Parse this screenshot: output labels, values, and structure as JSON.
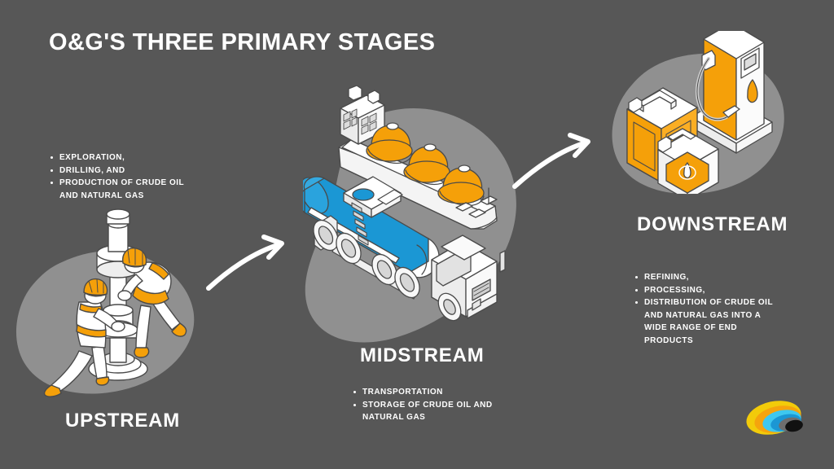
{
  "slide": {
    "title": "O&G'S THREE PRIMARY STAGES",
    "background_color": "#575757",
    "blob_color": "#909090"
  },
  "palette": {
    "white": "#ffffff",
    "orange": "#f5a009",
    "blue": "#1b97d4",
    "outline": "#4a4a4a",
    "logo_yellow": "#f2cb0a",
    "logo_orange": "#f5a40d",
    "logo_cyan": "#3ec8ef",
    "logo_blue": "#1b97d4",
    "logo_gray": "#6e6e6e",
    "logo_black": "#111111"
  },
  "stages": [
    {
      "id": "upstream",
      "heading": "UPSTREAM",
      "illustration": "oil-rig-workers",
      "bullets": [
        "EXPLORATION,",
        "DRILLING, AND",
        "PRODUCTION OF CRUDE OIL\nAND NATURAL GAS"
      ]
    },
    {
      "id": "midstream",
      "heading": "MIDSTREAM",
      "illustration": "lng-ship-and-tanker-truck",
      "bullets": [
        "TRANSPORTATION",
        "STORAGE OF CRUDE OIL AND\nNATURAL GAS"
      ]
    },
    {
      "id": "downstream",
      "heading": "DOWNSTREAM",
      "illustration": "fuel-pump-and-containers",
      "bullets": [
        "REFINING,",
        "PROCESSING,",
        "DISTRIBUTION OF CRUDE OIL\nAND NATURAL GAS INTO A\nWIDE RANGE OF END\nPRODUCTS"
      ]
    }
  ],
  "arrows": [
    {
      "id": "arrow-upstream-to-midstream",
      "direction": "up-right"
    },
    {
      "id": "arrow-midstream-to-downstream",
      "direction": "up-right"
    }
  ],
  "logo": {
    "name": "swoosh-ellipse-logo"
  }
}
